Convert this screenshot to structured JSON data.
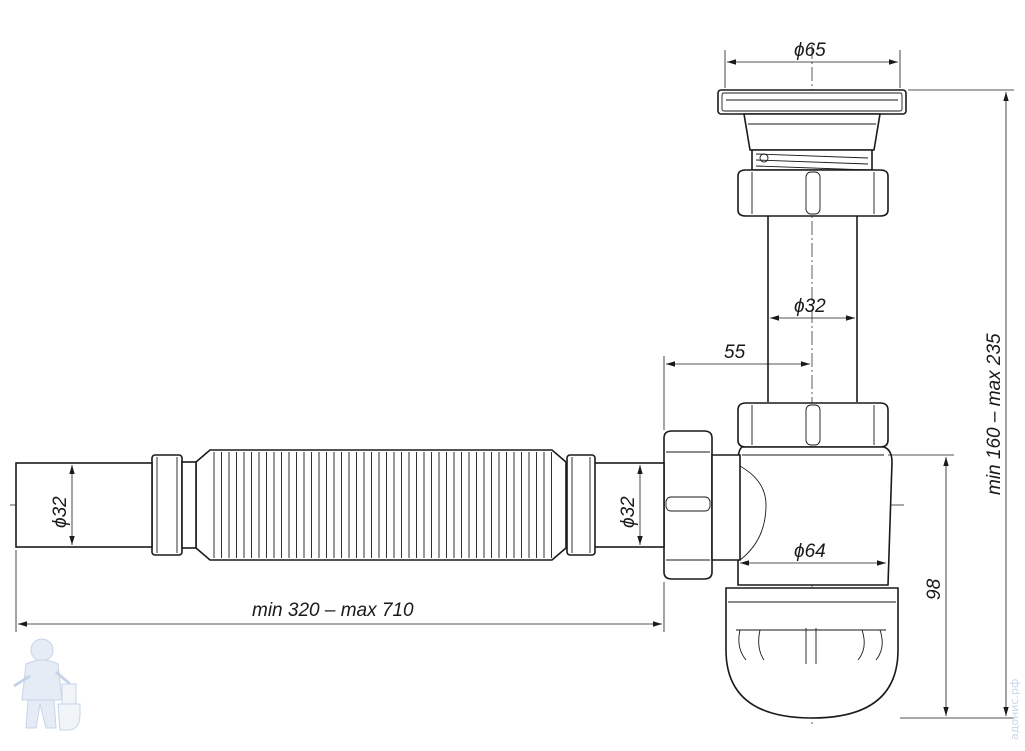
{
  "dimensions": {
    "flange_diameter": "ϕ65",
    "pipe_diameter": "ϕ32",
    "offset": "55",
    "bottle_diameter": "ϕ64",
    "outlet_left_diameter": "ϕ32",
    "outlet_right_diameter": "ϕ32",
    "length_range": "min 320 – max 710",
    "height_range": "min 160 – max 235",
    "bottle_height": "98"
  },
  "watermark": {
    "site": "адонис.рф"
  },
  "colors": {
    "line": "#1a1a1a",
    "watermark": "#c9d8ea"
  },
  "icons": {
    "logo": "plumber-mascot-icon"
  }
}
